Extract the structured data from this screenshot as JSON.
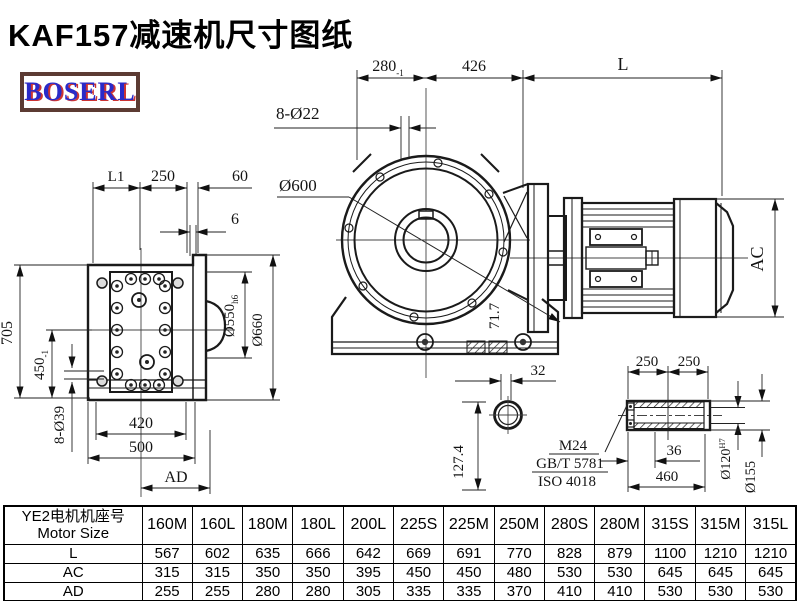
{
  "title": "KAF157减速机尺寸图纸",
  "logo": "BOSERL",
  "dims": {
    "top_280": "280",
    "top_280_tol": "-1",
    "top_426": "426",
    "top_L": "L",
    "holes_8_d22": "8-Ø22",
    "d600": "Ø600",
    "dim_717": "71.7",
    "L1": "L1",
    "side_250": "250",
    "side_60": "60",
    "side_6": "6",
    "h_705": "705",
    "h_450": "450",
    "h_450_tol": "-1",
    "holes_8_d39": "8-Ø39",
    "w_420": "420",
    "w_500": "500",
    "AD": "AD",
    "d550": "Ø550",
    "d550_fit": "h6",
    "d660": "Ø660",
    "AC": "AC",
    "w_32": "32",
    "h_1274": "127.4",
    "thread_m24": "M24",
    "std_gbt": "GB/T 5781",
    "std_iso": "ISO 4018",
    "shaft_250a": "250",
    "shaft_250b": "250",
    "shaft_36": "36",
    "shaft_460": "460",
    "d120": "Ø120",
    "d120_fit": "H7",
    "d155": "Ø155"
  },
  "table": {
    "header_cn": "YE2电机机座号",
    "header_en": "Motor Size",
    "columns": [
      "160M",
      "160L",
      "180M",
      "180L",
      "200L",
      "225S",
      "225M",
      "250M",
      "280S",
      "280M",
      "315S",
      "315M",
      "315L"
    ],
    "rows": [
      {
        "label": "L",
        "values": [
          "567",
          "602",
          "635",
          "666",
          "642",
          "669",
          "691",
          "770",
          "828",
          "879",
          "1100",
          "1210",
          "1210"
        ]
      },
      {
        "label": "AC",
        "values": [
          "315",
          "315",
          "350",
          "350",
          "395",
          "450",
          "450",
          "480",
          "530",
          "530",
          "645",
          "645",
          "645"
        ]
      },
      {
        "label": "AD",
        "values": [
          "255",
          "255",
          "280",
          "280",
          "305",
          "335",
          "335",
          "370",
          "410",
          "410",
          "530",
          "530",
          "530"
        ]
      }
    ]
  }
}
